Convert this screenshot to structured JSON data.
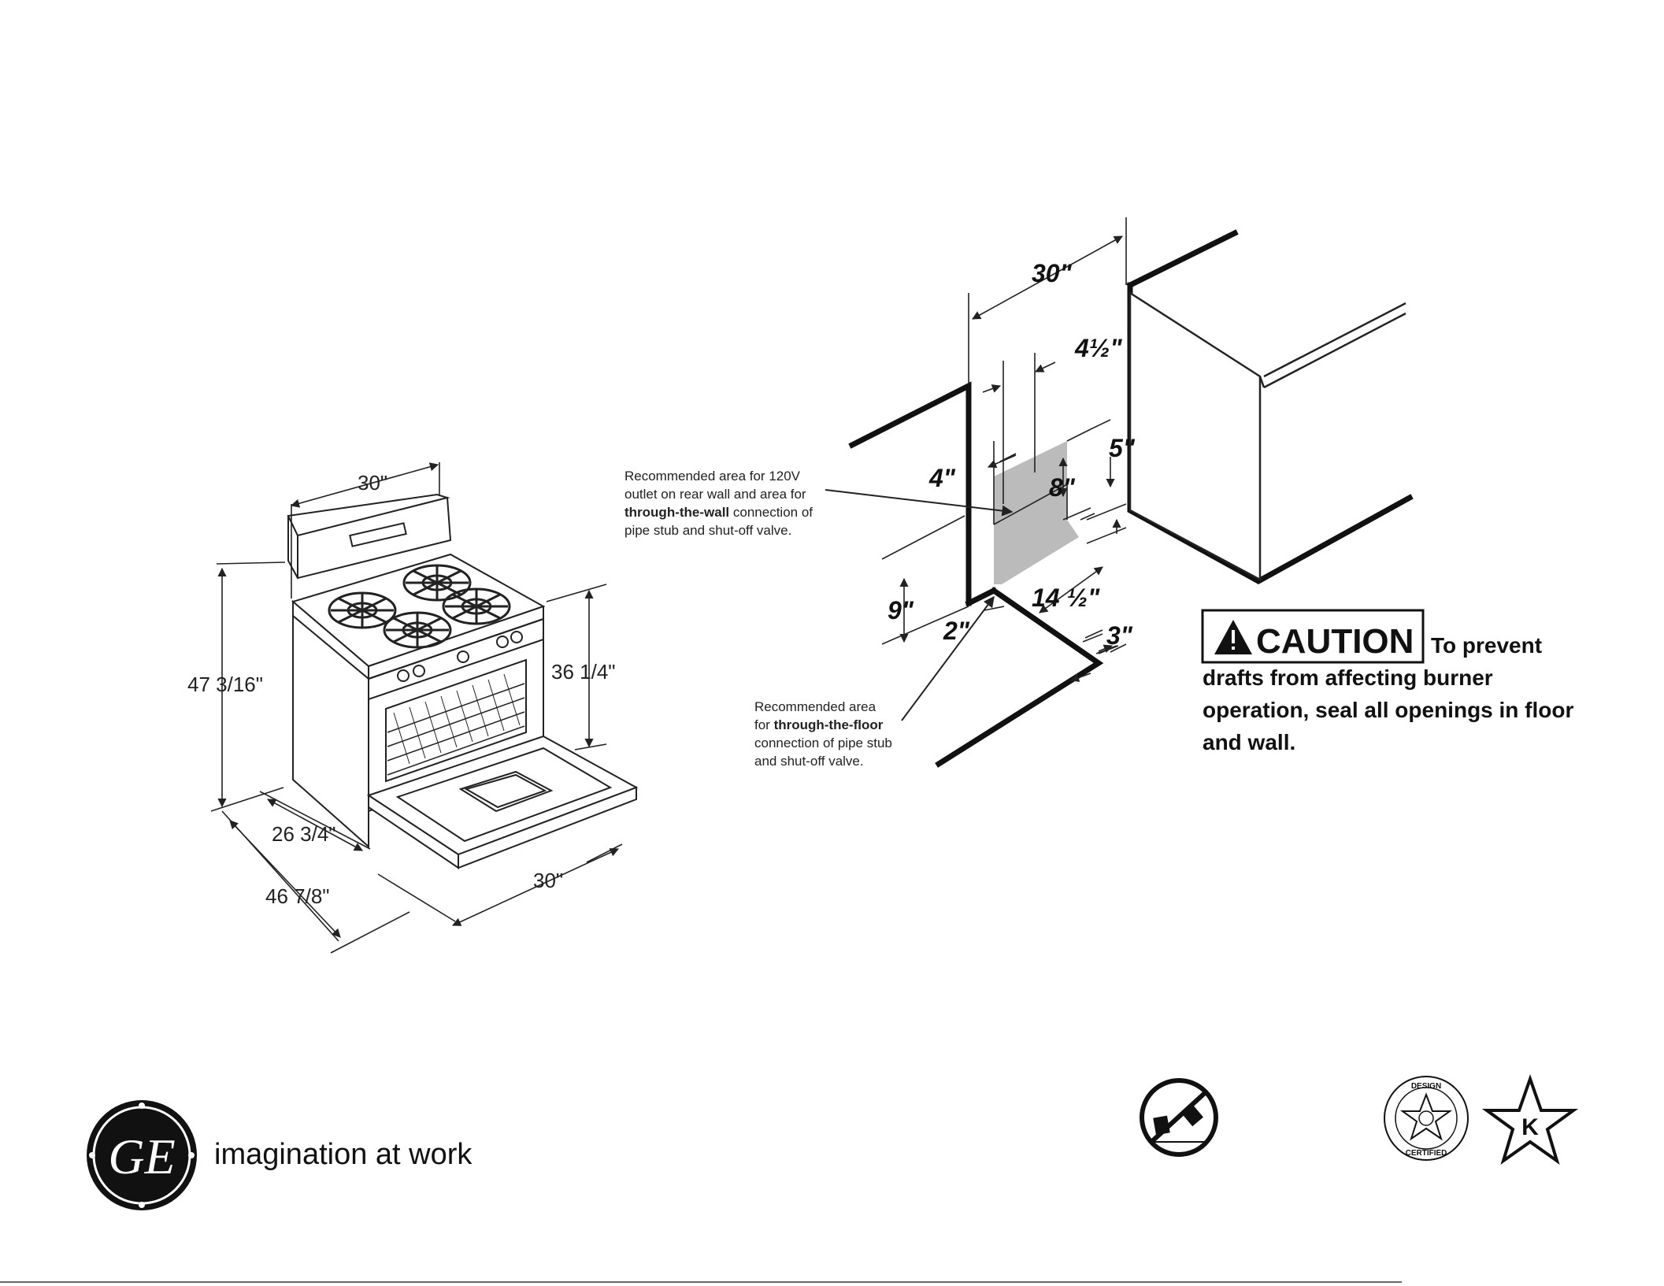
{
  "range_dimensions": {
    "width_top": "30\"",
    "height_total": "47 3/16\"",
    "height_cooktop": "36 1/4\"",
    "depth_closed": "26 3/4\"",
    "depth_open": "46 7/8\"",
    "width_bottom": "30\""
  },
  "installation": {
    "width": "30\"",
    "offset_4_5": "4½\"",
    "offset_4": "4\"",
    "offset_5": "5\"",
    "height_8": "8\"",
    "height_9": "9\"",
    "width_14_5": "14 ½\"",
    "offset_2": "2\"",
    "offset_3": "3\""
  },
  "notes": {
    "wall": {
      "line1": "Recommended area for 120V",
      "line2": "outlet on rear wall and area for",
      "line3_bold": "through-the-wall",
      "line3_rest": " connection of",
      "line4": "pipe stub and shut-off valve."
    },
    "floor": {
      "line1": "Recommended area",
      "line2_pre": "for ",
      "line2_bold": "through-the-floor",
      "line3": "connection of pipe stub",
      "line4": "and shut-off valve."
    }
  },
  "caution": {
    "label": "CAUTION",
    "line1": "To prevent",
    "line2": "drafts from affecting burner",
    "line3": "operation, seal all openings in floor",
    "line4": "and wall."
  },
  "brand": {
    "logo_text": "GE",
    "tagline": "imagination at work"
  },
  "badges": {
    "design_certified_top": "DESIGN",
    "design_certified_bottom": "CERTIFIED",
    "kosher_letter": "K"
  },
  "icons": [
    "ge-logo",
    "anti-tip-icon",
    "design-certified-icon",
    "star-k-icon",
    "caution-triangle-icon"
  ]
}
